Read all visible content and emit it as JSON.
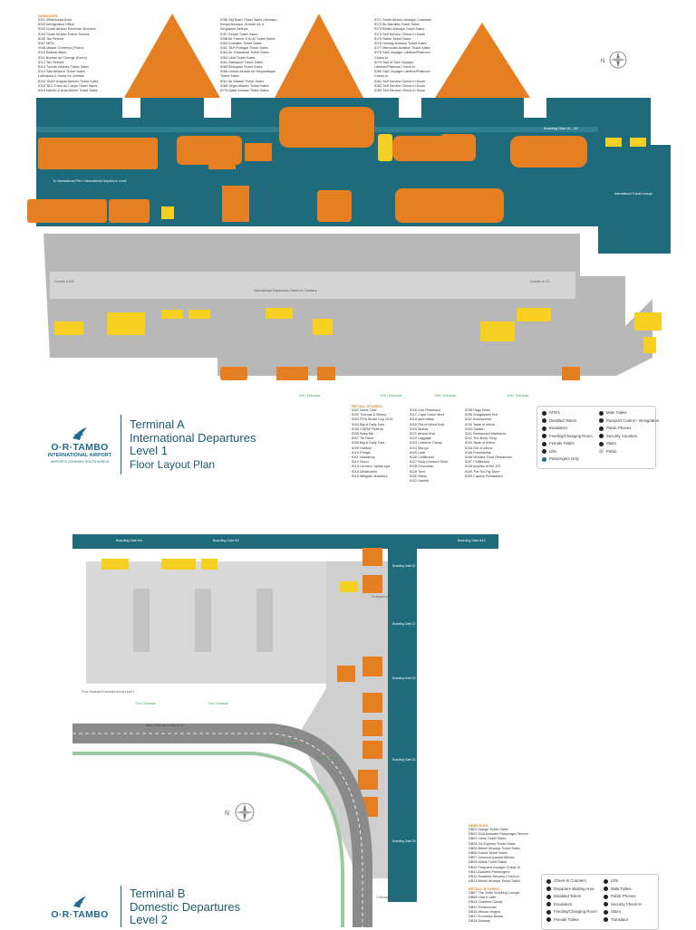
{
  "terminal_a": {
    "title_line1": "Terminal A",
    "title_line2": "International Departures",
    "title_line3": "Level 1",
    "title_line4": "Floor Layout Plan",
    "logo_name": "O·R·TAMBO",
    "logo_tag": "INTERNATIONAL AIRPORT",
    "logo_foot": "AIRPORTS COMPANY SOUTH AFRICA",
    "services_heading": "SERVICES",
    "services_col1": [
      "ID01   Wheelchair Area",
      "ID02   Immigration Office",
      "ID03   South African Revenue Services",
      "ID04   South African Police Service",
      "ID05   Tax Refund",
      "ID07   MPU",
      "ID08   Master Currency (Forex)",
      "ID10   Bidvest Bank",
      "ID11   Bureau de Change (Forex)",
      "ID12   Tax Refund",
      "ID13   Turkish Airlines Ticket Sales",
      "ID14   Star Alliance Ticket Sales",
      "           Lufthansa & Swiss Int. Airlines",
      "ID15   TAAG Angola Airlines Ticket Sales",
      "ID16   TAC Trans Air Cargo Ticket Sales",
      "ID18   Interlin & Area Airline Ticket Sales"
    ],
    "services_col2": [
      "ID56   SkyTeam Ticket Sales (Airways,",
      "           Kenya Airways, Korean Air &",
      "           Singapore Airlines",
      "ID57   Kenya Ticket Sales",
      "ID58   Air France & KLM Ticket Sales",
      "ID59   Emirates Ticket Sales",
      "ID61   TAP Portugal Ticket Sales",
      "ID62   Air Zimbabwe Ticket Sales",
      "ID63   LAM Ticket Sales",
      "ID64   Swissport Ticket Sales",
      "ID65   Ethiopian Ticket Sales",
      "ID66   Linhas Aéreas de Moçambique",
      "           Ticket Sales",
      "ID67   Air Malawi Ticket Sales",
      "ID68   Virgin Atlantic Ticket Sales",
      "ID70   Qatar Airlines Ticket Sales"
    ],
    "services_col3": [
      "ID71   South African Airways Customer",
      "ID72   Air Namibia Ticket Sales",
      "ID73   British Airways Ticket Sales",
      "ID74   Self Service Check-In Kiosk",
      "ID75   Swiss Ticket Sales",
      "ID76   Holiday Aviation Ticket Sales",
      "ID77   Mercedes Aviation Ticket Sales",
      "ID78   SAA Voyager Lifetime/Platinum",
      "           Check-In",
      "ID79   Star of SAA Voyager",
      "           Lifetime/Platinum Check-In",
      "ID80   SAA Voyager Lifetime/Platinum",
      "           Check-In",
      "ID81   Self Service Check-In Kiosk",
      "ID82   Self Service Check-In Kiosk",
      "ID83   Self Service Check-In Kiosk"
    ],
    "retail_heading": "RETAIL STORES",
    "retail_col1": [
      "ID01   News Cafe",
      "ID02   Thomas & Benny",
      "ID03   FIFA World Cup 2010",
      "ID04   Big & Daily Fare",
      "ID05   CNPM Pizzeria",
      "ID06   Baby Me",
      "ID07   Tie Rack",
      "ID08   Big & Daily Fare",
      "ID09   Hubbub",
      "ID10   Pringle",
      "ID11   Vodashop",
      "ID12   Gucci",
      "ID13   Lumiere, spirits spa",
      "ID14   Whatcomin",
      "ID15   Metgala Jewellers"
    ],
    "retail_col2": [
      "ID16   Link Pharmacy",
      "ID17   Cape Union Mart",
      "ID18   aphrodisia",
      "ID19   Out of Africa Kids",
      "ID20   Mutual",
      "ID21   African Eve",
      "ID22   Luggage",
      "ID23   Crabtree Candy",
      "ID24   Mango",
      "ID25   Lindt",
      "ID26   Chillibrand",
      "ID27   Nola Connect Store",
      "ID28   Chocolate",
      "ID29   Tumi",
      "ID30   Swiss",
      "ID31   Hazlett"
    ],
    "retail_col3": [
      "ID35   Hugo Boss",
      "ID36   Sunglasses Hut",
      "ID37   Accessorize",
      "ID39   Taste of Africa",
      "ID40   Swatch",
      "ID41   Restaurant Maretanic",
      "ID42   The Body Shop",
      "ID43   Taste of Africa",
      "ID44   Out of Africa",
      "ID45   Presidential",
      "ID46   Woolies Food Restaurant",
      "ID47   Chillibrand",
      "ID48   woolies at the GO",
      "ID49   The Sci-Fig Store",
      "ID50   Capello Restaurant"
    ],
    "legend": [
      {
        "icon": "atm-icon",
        "label": "ATM's"
      },
      {
        "icon": "disabled-toilets-icon",
        "label": "Disabled Toilets"
      },
      {
        "icon": "escalators-icon",
        "label": "Escalators"
      },
      {
        "icon": "baby-change-icon",
        "label": "Feeding/Changing Room"
      },
      {
        "icon": "female-toilets-icon",
        "label": "Female Toilets"
      },
      {
        "icon": "lifts-icon",
        "label": "Lifts"
      },
      {
        "icon": "passengers-only-icon",
        "label": "Passengers Only"
      },
      {
        "icon": "male-toilets-icon",
        "label": "Male Toilets"
      },
      {
        "icon": "passport-control-icon",
        "label": "Passport Control / Immigration"
      },
      {
        "icon": "public-phones-icon",
        "label": "Public Phones"
      },
      {
        "icon": "security-counters-icon",
        "label": "Security Counters"
      },
      {
        "icon": "stairs-icon",
        "label": "Stairs"
      },
      {
        "icon": "public-area-icon",
        "label": "Public"
      }
    ],
    "map_labels": {
      "boarding_gates": "Boarding Gate A1 - A2",
      "check_in": "International Departures Check-In Counters",
      "counter_left": "Counter A-001",
      "counter_right": "Counter A-171",
      "to_pier": "To International Pier / International Departure Level",
      "exit": "Exit / Entrance",
      "lounge": "International Transit Lounge"
    }
  },
  "terminal_b": {
    "title_line1": "Terminal B",
    "title_line2": "Domestic Departures",
    "title_line3": "Level 2",
    "logo_name": "O·R·TAMBO",
    "services_heading": "SERVICES",
    "services": [
      "DB01   Mango Ticket Sales",
      "DB02   SAA Assisted Passenger Service",
      "DB03   1time Ticket Sales",
      "DB04   SA Express Ticket Sales",
      "DB05   British Airways Ticket Sales",
      "DB06   Kulula Ticket Sales",
      "DB07   Unaccompanied Minors",
      "DB08   Airlink Ticket Sales",
      "DB10   Frequent Voyager Check-In",
      "DB11   Assisted Passengers",
      "DB12   Disabled Security Check-In",
      "DB13   British Airways Ticket Sales"
    ],
    "retail_heading": "RETAIL STORES",
    "retail": [
      "DB07   The Sorts Smoking Lounge",
      "DB08   Vida e caffe",
      "DB14   Crabtree Candy",
      "DB15   Tobacconist",
      "DB16   African Origins",
      "DB17   Exclusive Books",
      "DB18   Subway"
    ],
    "legend": [
      {
        "icon": "check-in-icon",
        "label": "Check-In Counters"
      },
      {
        "icon": "departure-waiting-icon",
        "label": "Departure Waiting Area"
      },
      {
        "icon": "disabled-toilets-icon",
        "label": "Disabled Toilets"
      },
      {
        "icon": "escalators-icon",
        "label": "Escalators"
      },
      {
        "icon": "baby-change-icon",
        "label": "Feeding/Changing Room"
      },
      {
        "icon": "female-toilets-icon",
        "label": "Female Toilets"
      },
      {
        "icon": "lifts-icon",
        "label": "Lifts"
      },
      {
        "icon": "male-toilets-icon",
        "label": "Male Toilets"
      },
      {
        "icon": "public-phones-icon",
        "label": "Public Phones"
      },
      {
        "icon": "security-check-in-icon",
        "label": "Security Check-In"
      },
      {
        "icon": "stairs-icon",
        "label": "Stairs"
      },
      {
        "icon": "translator-icon",
        "label": "Translator"
      }
    ],
    "map_labels": {
      "gate_b8": "Boarding Gate B8",
      "gate_b9": "Boarding Gate B9",
      "gate_b10": "Boarding Gate B10",
      "gate_d1": "Boarding Gate D1",
      "gate_d2": "Boarding Gate D2",
      "gate_d3": "Boarding Gate D3",
      "gate_d4": "Boarding Gate D4",
      "gate_d5": "Boarding Gate D5",
      "taxi": "Taxis / Pick-up / Drop & Go",
      "exit": "Exit / Entrance",
      "to_boarding": "To Boarding Gates D8 - D8",
      "from_terminal": "From Terminal B Domestic Arrival Level 1",
      "to_airport_lounge": "To Airport Lounge"
    }
  }
}
